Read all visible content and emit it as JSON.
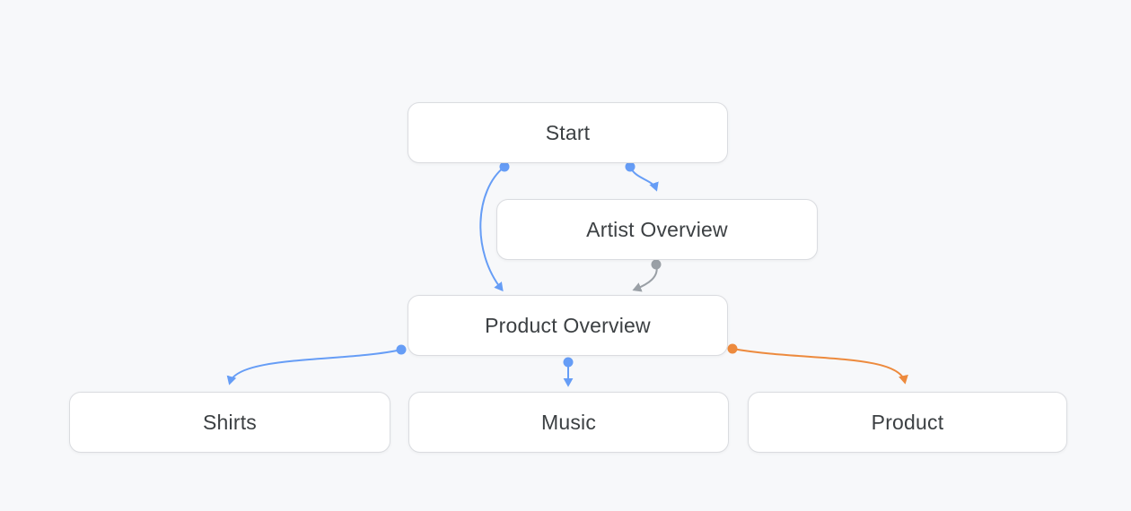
{
  "diagram": {
    "background_color": "#f7f8fa",
    "nodes": [
      {
        "id": "start",
        "label": "Start"
      },
      {
        "id": "artist-overview",
        "label": "Artist Overview"
      },
      {
        "id": "product-overview",
        "label": "Product Overview"
      },
      {
        "id": "shirts",
        "label": "Shirts"
      },
      {
        "id": "music",
        "label": "Music"
      },
      {
        "id": "product",
        "label": "Product"
      }
    ],
    "edges": [
      {
        "id": "start-to-product-overview",
        "from": "Start",
        "to": "Product Overview",
        "color": "#669df6"
      },
      {
        "id": "start-to-artist-overview",
        "from": "Start",
        "to": "Artist Overview",
        "color": "#669df6"
      },
      {
        "id": "artist-overview-to-product-overview",
        "from": "Artist Overview",
        "to": "Product Overview",
        "color": "#9aa0a6"
      },
      {
        "id": "product-overview-to-shirts",
        "from": "Product Overview",
        "to": "Shirts",
        "color": "#669df6"
      },
      {
        "id": "product-overview-to-music",
        "from": "Product Overview",
        "to": "Music",
        "color": "#669df6"
      },
      {
        "id": "product-overview-to-product",
        "from": "Product Overview",
        "to": "Product",
        "color": "#ed8a3d"
      }
    ],
    "colors": {
      "edge_blue": "#669df6",
      "edge_gray": "#9aa0a6",
      "edge_orange": "#ed8a3d",
      "node_background": "#ffffff",
      "node_border": "#dadce0",
      "node_text": "#3c4043"
    }
  }
}
